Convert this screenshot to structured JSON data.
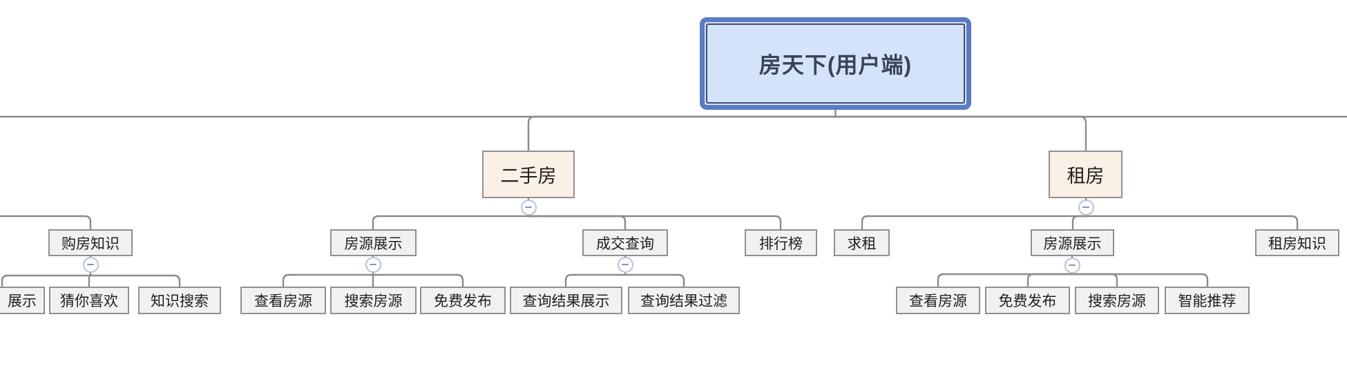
{
  "app": {
    "type": "mindmap-org-chart",
    "title": "房天下(用户端)"
  },
  "nodes": {
    "root": {
      "label": "房天下(用户端)"
    },
    "ershoufang": {
      "label": "二手房"
    },
    "zufang": {
      "label": "租房"
    },
    "goufang_zhishi": {
      "label": "购房知识"
    },
    "esf_fangyuan_zhanshi": {
      "label": "房源展示"
    },
    "esf_chengjiao_chaxun": {
      "label": "成交查询"
    },
    "esf_paihangbang": {
      "label": "排行榜"
    },
    "zf_qiuzu": {
      "label": "求租"
    },
    "zf_fangyuan_zhanshi": {
      "label": "房源展示"
    },
    "zf_zufang_zhishi": {
      "label": "租房知识"
    },
    "gfzs_zhanshi_partial": {
      "label": "展示"
    },
    "gfzs_cainixihuan": {
      "label": "猜你喜欢"
    },
    "gfzs_zhishi_sousuo": {
      "label": "知识搜索"
    },
    "esf_fy_chakan_fangyuan": {
      "label": "查看房源"
    },
    "esf_fy_sousuo_fangyuan": {
      "label": "搜索房源"
    },
    "esf_fy_mianfei_fabu": {
      "label": "免费发布"
    },
    "esf_cj_jieguo_zhanshi": {
      "label": "查询结果展示"
    },
    "esf_cj_jieguo_guolv": {
      "label": "查询结果过滤"
    },
    "zf_fy_chakan_fangyuan": {
      "label": "查看房源"
    },
    "zf_fy_mianfei_fabu": {
      "label": "免费发布"
    },
    "zf_fy_sousuo_fangyuan": {
      "label": "搜索房源"
    },
    "zf_fy_zhineng_tuijian": {
      "label": "智能推荐"
    }
  },
  "colors": {
    "root_fill": "#d4e3f9",
    "root_border": "#5b7cc4",
    "root_inner_border": "#3c4c6b",
    "branch_fill": "#faf0e6",
    "branch_border": "#95908a",
    "leaf_fill": "#f1f1f1",
    "leaf_border": "#8f8f8f",
    "connector_line": "#8a8a8a",
    "collapse_border": "#b6c2da",
    "collapse_minus": "#8794b0",
    "text": "#1f1f1f"
  }
}
